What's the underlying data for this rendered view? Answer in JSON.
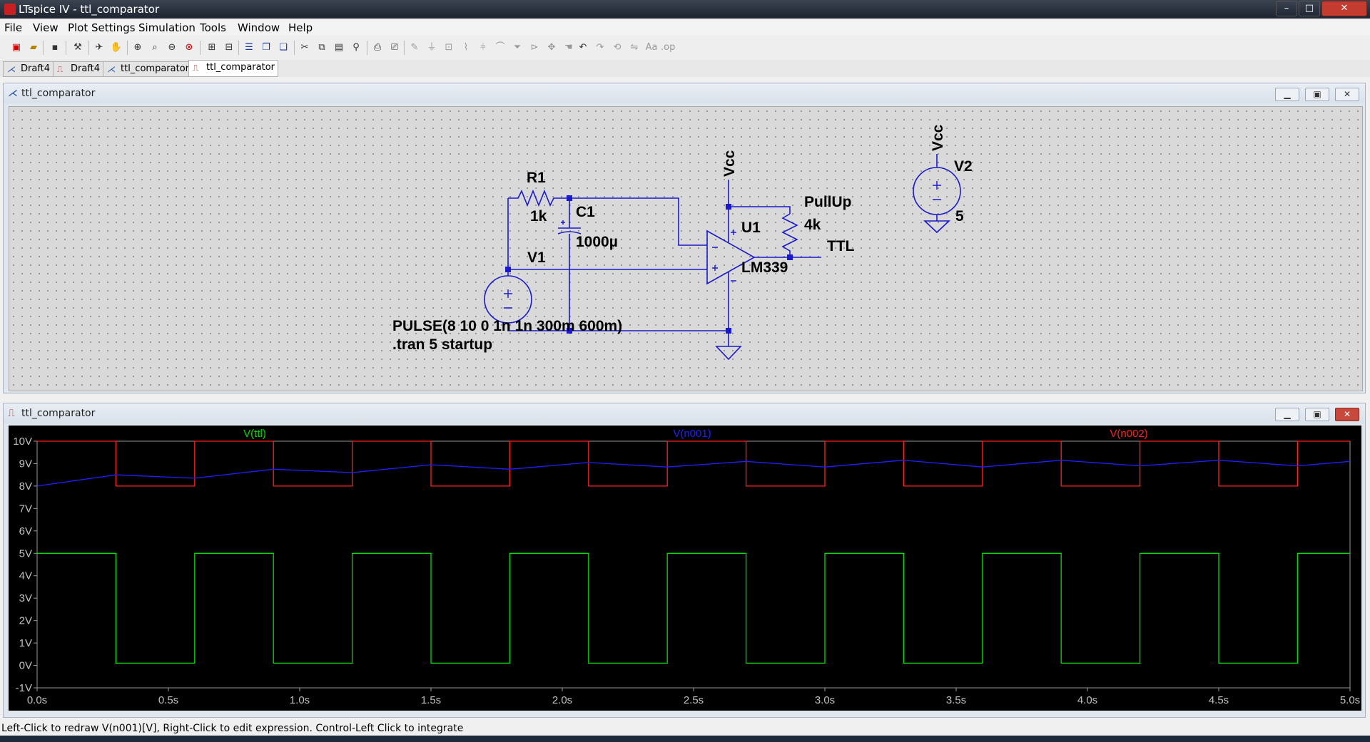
{
  "window": {
    "title": "LTspice IV - ttl_comparator"
  },
  "menu": [
    "File",
    "View",
    "Plot Settings",
    "Simulation",
    "Tools",
    "Window",
    "Help"
  ],
  "tabs": [
    {
      "label": "Draft4",
      "icon": "schematic-icon"
    },
    {
      "label": "Draft4",
      "icon": "waveform-icon"
    },
    {
      "label": "ttl_comparator",
      "icon": "schematic-icon"
    },
    {
      "label": "ttl_comparator",
      "icon": "waveform-icon",
      "active": true
    }
  ],
  "schematic_window": {
    "title": "ttl_comparator",
    "labels": {
      "r1_name": "R1",
      "r1_value": "1k",
      "c1_name": "C1",
      "c1_value": "1000µ",
      "v1_name": "V1",
      "u1_name": "U1",
      "u1_model": "LM339",
      "pullup_name": "PullUp",
      "pullup_value": "4k",
      "vcc_net_1": "Vcc",
      "vcc_net_2": "Vcc",
      "v2_name": "V2",
      "v2_value": "5",
      "ttl_net": "TTL",
      "directive_1": "PULSE(8 10 0 1n 1n 300m 600m)",
      "directive_2": ".tran 5 startup"
    }
  },
  "plot_window": {
    "title": "ttl_comparator",
    "traces": [
      {
        "name": "V(ttl)",
        "color": "#00dd00"
      },
      {
        "name": "V(n001)",
        "color": "#2020ff"
      },
      {
        "name": "V(n002)",
        "color": "#ff2020"
      }
    ],
    "y_ticks": [
      "10V",
      "9V",
      "8V",
      "7V",
      "6V",
      "5V",
      "4V",
      "3V",
      "2V",
      "1V",
      "0V",
      "-1V"
    ],
    "x_ticks": [
      "0.0s",
      "0.5s",
      "1.0s",
      "1.5s",
      "2.0s",
      "2.5s",
      "3.0s",
      "3.5s",
      "4.0s",
      "4.5s",
      "5.0s"
    ]
  },
  "chart_data": {
    "type": "line",
    "xlim": [
      0,
      5
    ],
    "ylim": [
      -1,
      10
    ],
    "xlabel": "",
    "ylabel": "",
    "grid": false,
    "series": [
      {
        "name": "V(n002)",
        "x": [
          0,
          0.3,
          0.3,
          0.6,
          0.6,
          0.9,
          0.9,
          1.2,
          1.2,
          1.5,
          1.5,
          1.8,
          1.8,
          2.1,
          2.1,
          2.4,
          2.4,
          2.7,
          2.7,
          3.0,
          3.0,
          3.3,
          3.3,
          3.6,
          3.6,
          3.9,
          3.9,
          4.2,
          4.2,
          4.5,
          4.5,
          4.8,
          4.8,
          5.0
        ],
        "y": [
          10,
          10,
          8,
          8,
          10,
          10,
          8,
          8,
          10,
          10,
          8,
          8,
          10,
          10,
          8,
          8,
          10,
          10,
          8,
          8,
          10,
          10,
          8,
          8,
          10,
          10,
          8,
          8,
          10,
          10,
          8,
          8,
          10,
          10
        ]
      },
      {
        "name": "V(n001)",
        "x": [
          0,
          0.3,
          0.6,
          0.9,
          1.2,
          1.5,
          1.8,
          2.1,
          2.4,
          2.7,
          3.0,
          3.3,
          3.6,
          3.9,
          4.2,
          4.5,
          4.8,
          5.0
        ],
        "y": [
          8.0,
          8.5,
          8.35,
          8.75,
          8.6,
          8.95,
          8.75,
          9.05,
          8.85,
          9.1,
          8.85,
          9.15,
          8.85,
          9.15,
          8.9,
          9.15,
          8.9,
          9.1
        ]
      },
      {
        "name": "V(ttl)",
        "x": [
          0,
          0.3,
          0.3,
          0.6,
          0.6,
          0.9,
          0.9,
          1.2,
          1.2,
          1.5,
          1.5,
          1.8,
          1.8,
          2.1,
          2.1,
          2.4,
          2.4,
          2.7,
          2.7,
          3.0,
          3.0,
          3.3,
          3.3,
          3.6,
          3.6,
          3.9,
          3.9,
          4.2,
          4.2,
          4.5,
          4.5,
          4.8,
          4.8,
          5.0
        ],
        "y": [
          5,
          5,
          0.1,
          0.1,
          5,
          5,
          0.1,
          0.1,
          5,
          5,
          0.1,
          0.1,
          5,
          5,
          0.1,
          0.1,
          5,
          5,
          0.1,
          0.1,
          5,
          5,
          0.1,
          0.1,
          5,
          5,
          0.1,
          0.1,
          5,
          5,
          0.1,
          0.1,
          5,
          5
        ]
      }
    ]
  },
  "status": {
    "text": "Left-Click to redraw V(n001)[V],  Right-Click to edit expression. Control-Left Click to integrate"
  }
}
